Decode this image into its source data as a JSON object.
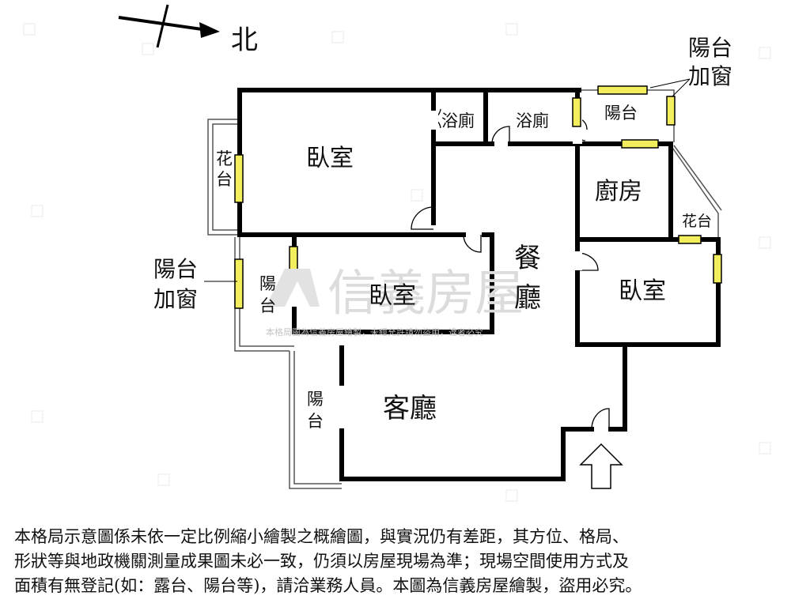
{
  "compass": {
    "label": "北"
  },
  "rooms": {
    "bedroom_top": "臥室",
    "bath_1": "浴廁",
    "bath_2": "浴廁",
    "balcony_top": "陽台",
    "kitchen": "廚房",
    "planter_right": "花台",
    "dining_1": "餐",
    "dining_2": "廳",
    "bedroom_right": "臥室",
    "bedroom_mid": "臥室",
    "planter_left_1": "花",
    "planter_left_2": "台",
    "balcony_left_1": "陽",
    "balcony_left_2": "台",
    "balcony_low_1": "陽",
    "balcony_low_2": "台",
    "living": "客廳"
  },
  "callouts": {
    "top_right_1": "陽台",
    "top_right_2": "加窗",
    "left_1": "陽台",
    "left_2": "加窗"
  },
  "watermark": {
    "brand": "信義房屋",
    "notice": "本格局圖為信義房屋繪製，未經允許請勿盜用，違者必究"
  },
  "disclaimer": {
    "line1": "本格局示意圖係未依一定比例縮小繪製之概繪圖，與實況仍有差距，其方位、格局、",
    "line2": "形狀等與地政機關測量成果圖未必一致，仍須以房屋現場為準；現場空間使用方式及",
    "line3": "面積有無登記(如：露台、陽台等)，請洽業務人員。本圖為信義房屋繪製，盜用必究。"
  },
  "colors": {
    "wall": "#000000",
    "window": "#f2ee5e",
    "text": "#111111",
    "watermark": "#dcdcdc"
  }
}
